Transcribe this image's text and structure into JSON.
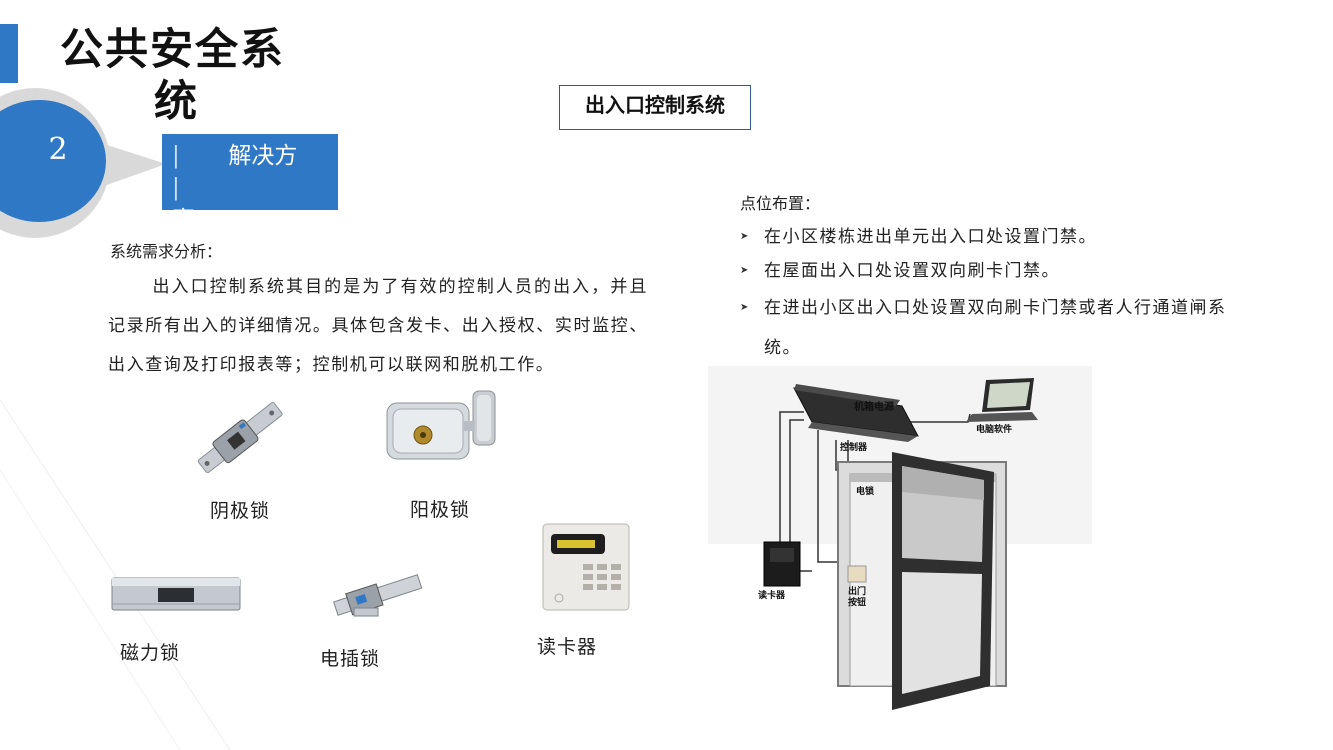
{
  "header": {
    "title_line1": "公共安全系",
    "title_line2": "统",
    "section_number": "2",
    "section_label_bar1": "|",
    "section_label_text1": "解决方",
    "section_label_bar2": "|",
    "section_label_text2": "案",
    "box_title": "出入口控制系统"
  },
  "analysis": {
    "heading": "系统需求分析：",
    "body": "出入口控制系统其目的是为了有效的控制人员的出入，并且记录所有出入的详细情况。具体包含发卡、出入授权、实时监控、出入查询及打印报表等；控制机可以联网和脱机工作。"
  },
  "products": [
    {
      "label": "阴极锁",
      "icon": "cathode-lock-icon"
    },
    {
      "label": "阳极锁",
      "icon": "rim-lock-icon"
    },
    {
      "label": "磁力锁",
      "icon": "magnetic-lock-icon"
    },
    {
      "label": "电插锁",
      "icon": "electric-bolt-lock-icon"
    },
    {
      "label": "读卡器",
      "icon": "card-reader-keypad-icon"
    }
  ],
  "points": {
    "heading": "点位布置：",
    "items": [
      "在小区楼栋进出单元出入口处设置门禁。",
      "在屋面出入口处设置双向刷卡门禁。",
      "在进出小区出入口处设置双向刷卡门禁或者人行通道闸系统。"
    ]
  },
  "diagram": {
    "labels": {
      "power": "机箱电源",
      "controller": "控制器",
      "software": "电脑软件",
      "lock": "电锁",
      "reader": "读卡器",
      "exit_button": "出门按钮"
    }
  },
  "colors": {
    "accent": "#2f78c6",
    "ring": "#d9d9d9"
  }
}
